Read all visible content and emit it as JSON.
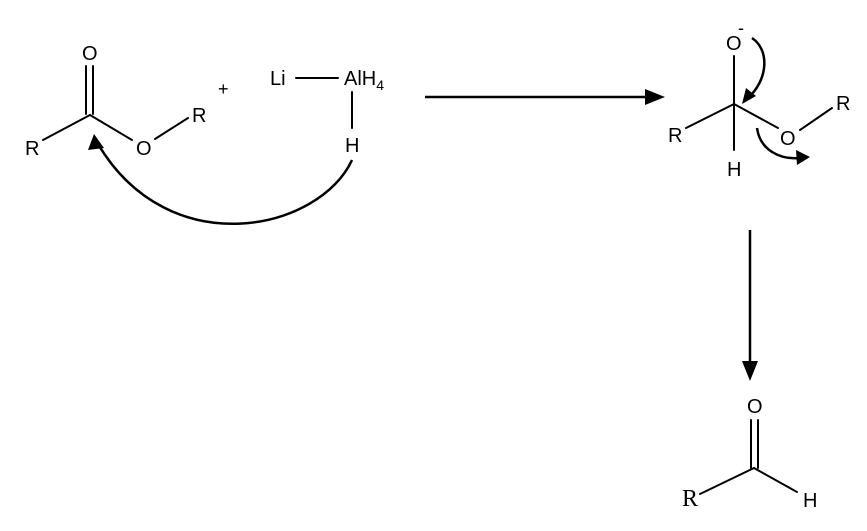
{
  "ester": {
    "r_left": "R",
    "carbonyl_o": "O",
    "ether_o": "O",
    "r_right": "R"
  },
  "plus_sign": "+",
  "reagent": {
    "li": "Li",
    "al": "AlH",
    "al_subscript": "4",
    "hydride": "H"
  },
  "intermediate": {
    "oxide_o": "O",
    "oxide_charge": "-",
    "r_left": "R",
    "ether_o": "O",
    "r_right": "R",
    "h": "H"
  },
  "product": {
    "o": "O",
    "r": "R",
    "h": "H"
  }
}
